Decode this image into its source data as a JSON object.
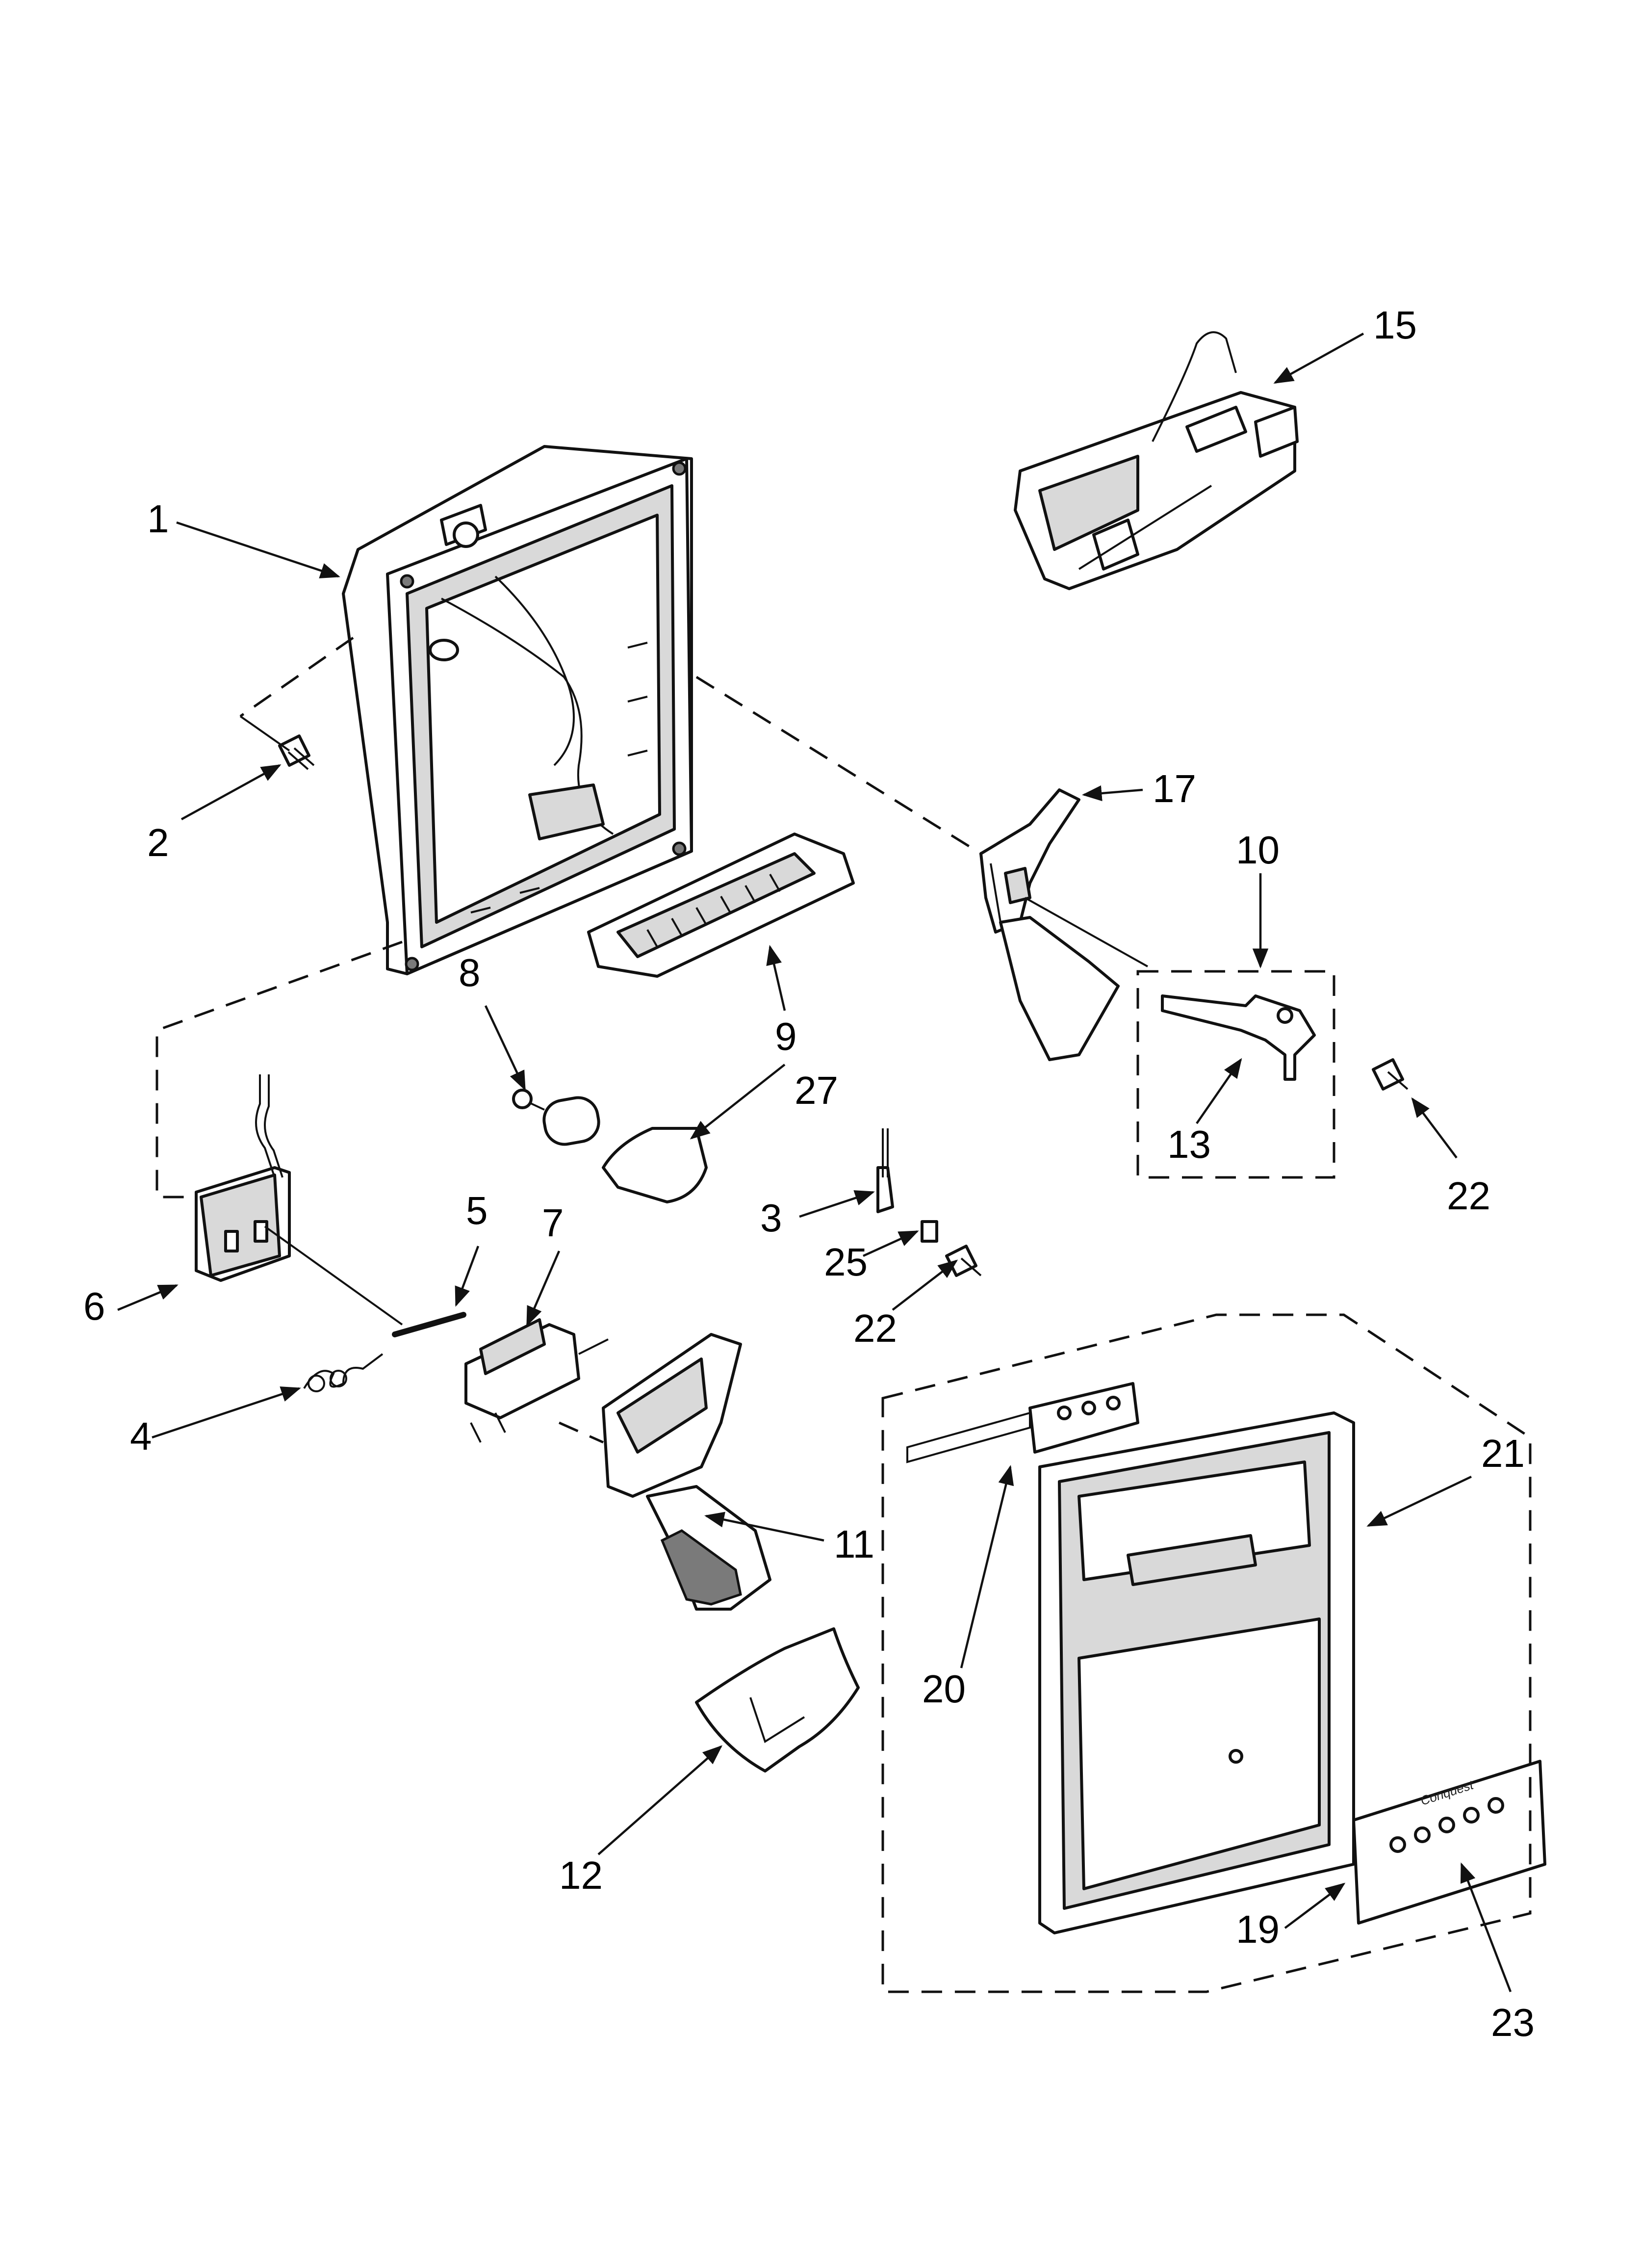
{
  "callouts": [
    {
      "id": "c1",
      "text": "1"
    },
    {
      "id": "c2",
      "text": "2"
    },
    {
      "id": "c3",
      "text": "3"
    },
    {
      "id": "c4",
      "text": "4"
    },
    {
      "id": "c5",
      "text": "5"
    },
    {
      "id": "c6",
      "text": "6"
    },
    {
      "id": "c7",
      "text": "7"
    },
    {
      "id": "c8",
      "text": "8"
    },
    {
      "id": "c9",
      "text": "9"
    },
    {
      "id": "c10",
      "text": "10"
    },
    {
      "id": "c11",
      "text": "11"
    },
    {
      "id": "c12",
      "text": "12"
    },
    {
      "id": "c13",
      "text": "13"
    },
    {
      "id": "c15",
      "text": "15"
    },
    {
      "id": "c17",
      "text": "17"
    },
    {
      "id": "c19",
      "text": "19"
    },
    {
      "id": "c20",
      "text": "20"
    },
    {
      "id": "c21",
      "text": "21"
    },
    {
      "id": "c22a",
      "text": "22"
    },
    {
      "id": "c22b",
      "text": "22"
    },
    {
      "id": "c23",
      "text": "23"
    },
    {
      "id": "c25",
      "text": "25"
    },
    {
      "id": "c27",
      "text": "27"
    }
  ],
  "panel_brand": "Conquest"
}
